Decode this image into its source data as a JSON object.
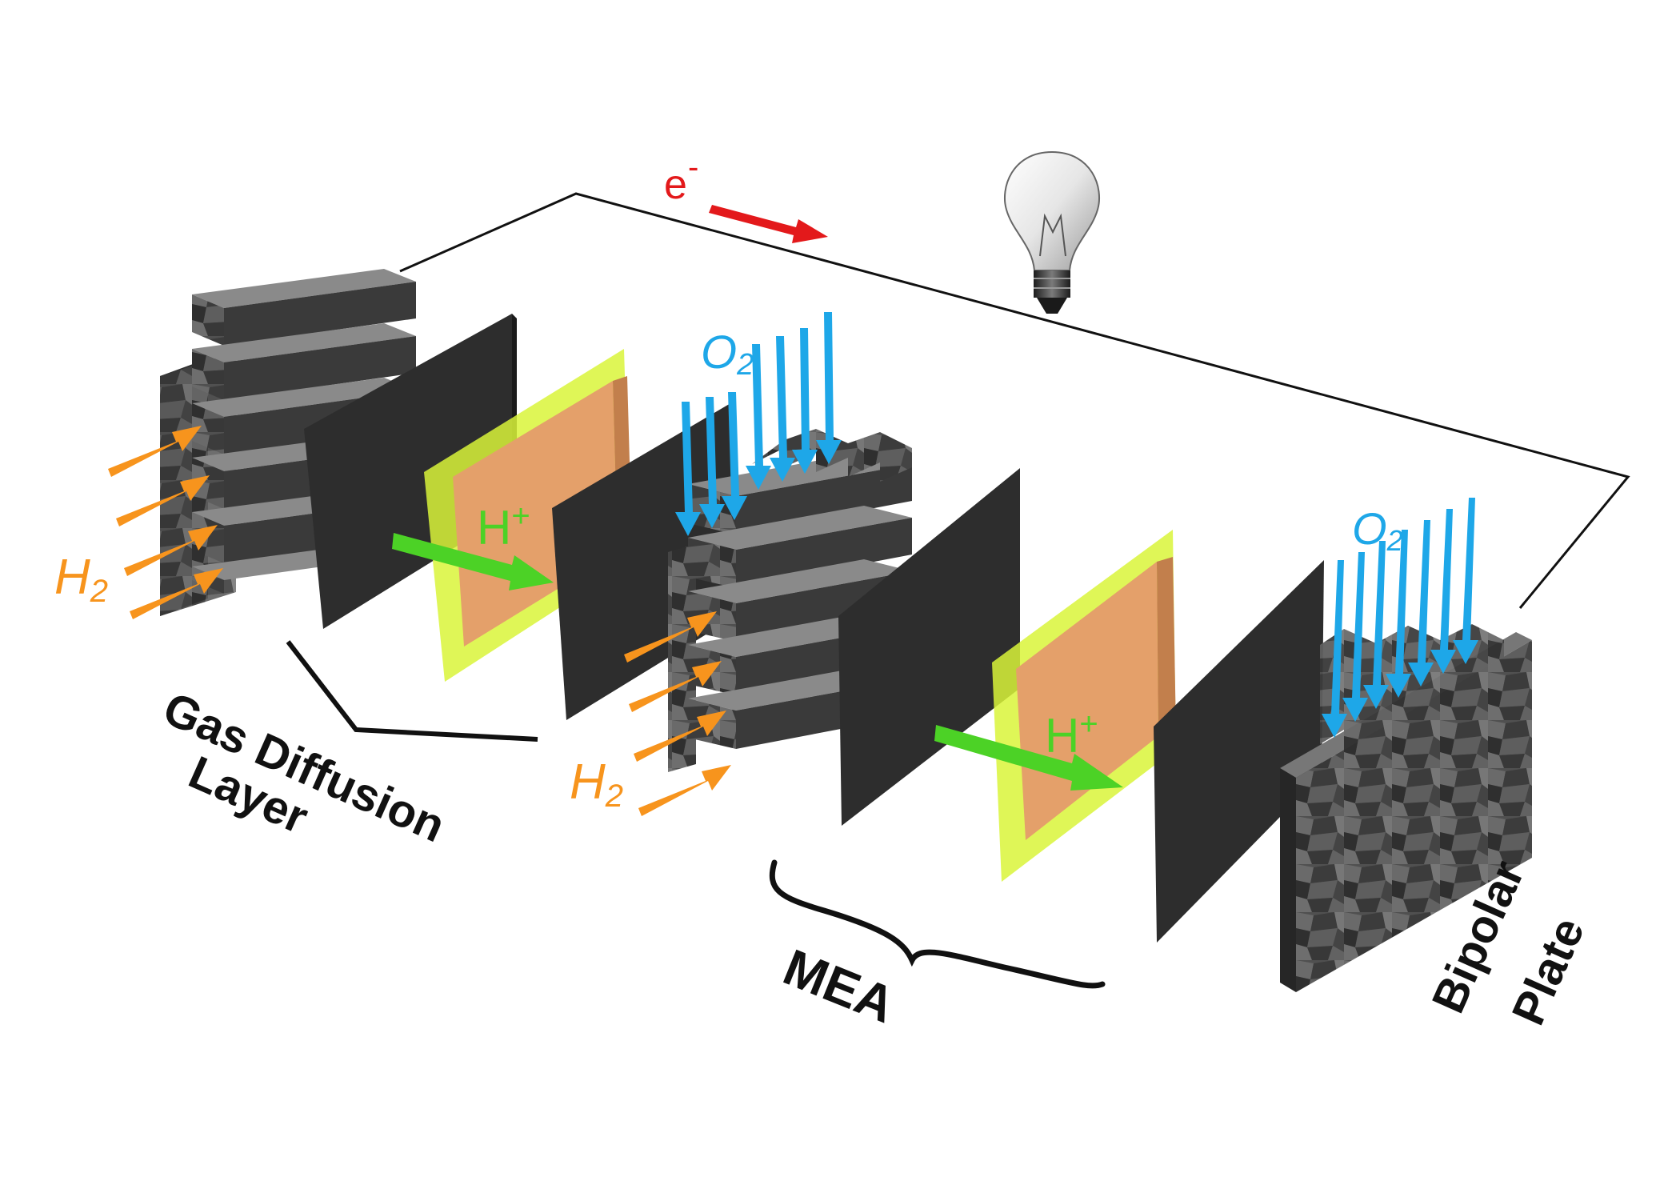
{
  "labels": {
    "electron": "e",
    "electron_sup": "-",
    "h2_left_base": "H",
    "h2_left_sub": "2",
    "h2_mid_base": "H",
    "h2_mid_sub": "2",
    "o2_mid_base": "O",
    "o2_mid_sub": "2",
    "o2_right_base": "O",
    "o2_right_sub": "2",
    "proton_1_base": "H",
    "proton_1_sup": "+",
    "proton_2_base": "H",
    "proton_2_sup": "+",
    "gdl_line1": "Gas Diffusion",
    "gdl_line2": "Layer",
    "mea": "MEA",
    "bipolar_line1": "Bipolar",
    "bipolar_line2": "Plate"
  },
  "colors": {
    "hydrogen": "#f7941d",
    "oxygen": "#1ea7e8",
    "proton": "#4cd226",
    "electron": "#e3191b",
    "membrane_frame": "#d9f53a",
    "catalyst": "#e4a06a",
    "electrode": "#2d2d2d",
    "plate": "#4a4a4a",
    "wire": "#111111"
  },
  "icons": {
    "bulb": "light-bulb-icon"
  }
}
